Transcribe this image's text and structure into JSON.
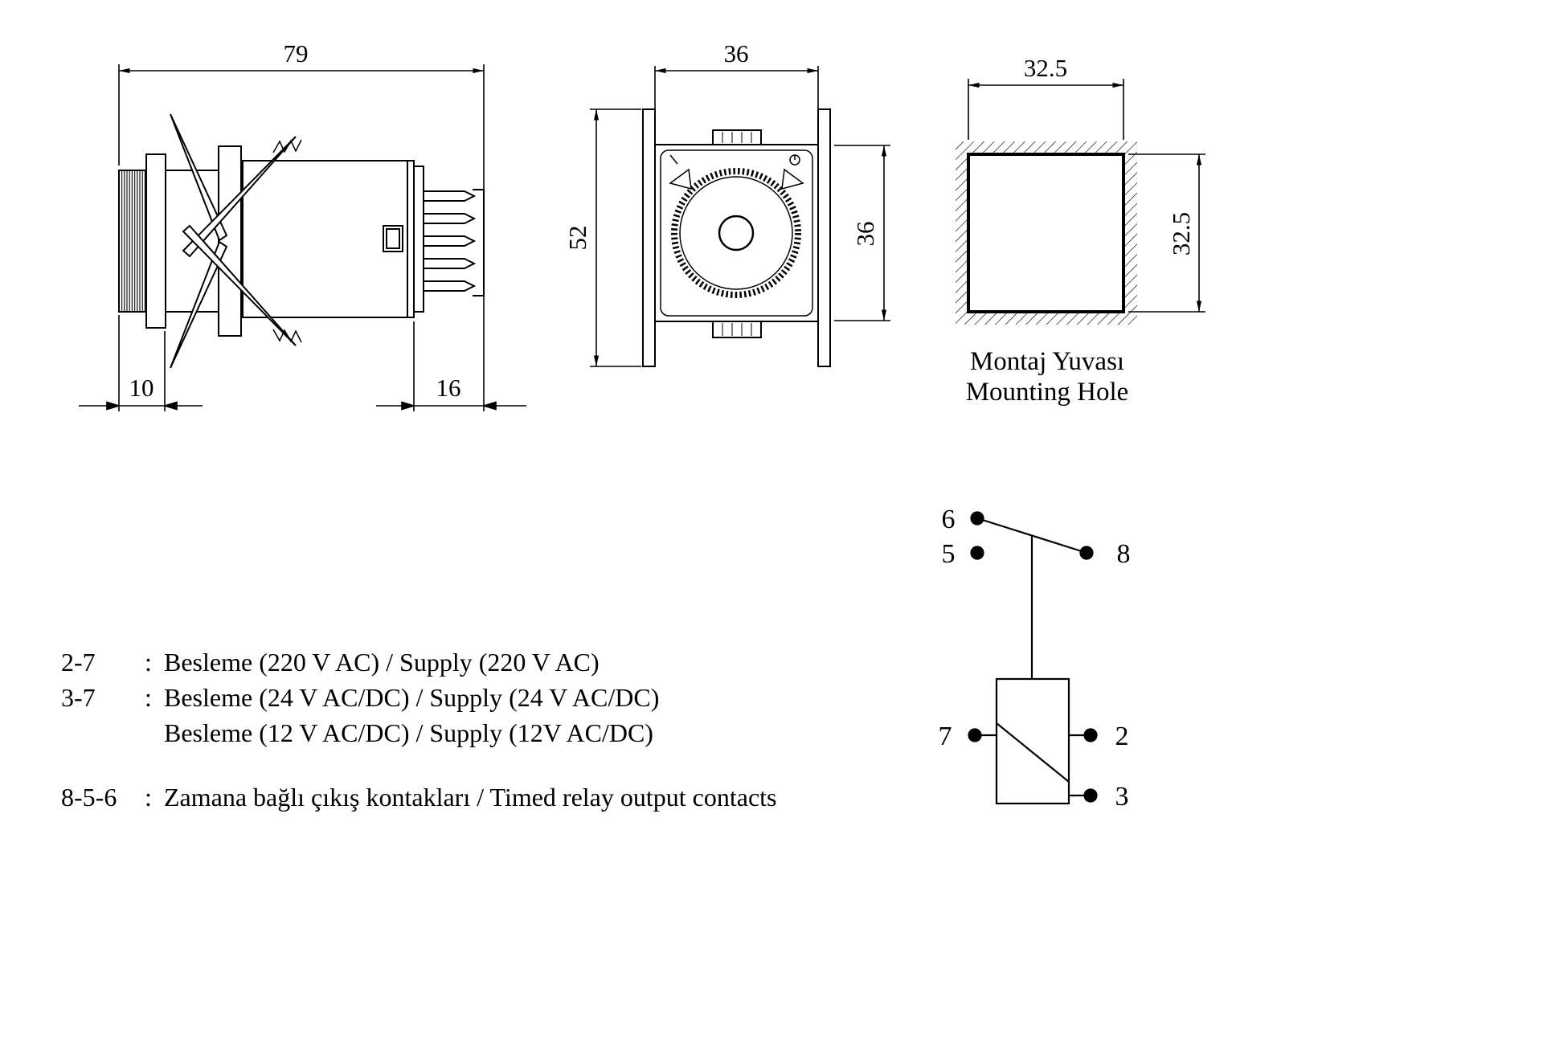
{
  "side_view": {
    "dim_total_length": "79",
    "dim_knob_depth": "10",
    "dim_pin_length": "16"
  },
  "front_view": {
    "dim_width": "36",
    "dim_total_height": "52",
    "dim_body_height": "36"
  },
  "mounting_hole": {
    "dim_width": "32.5",
    "dim_height": "32.5",
    "label_line1": "Montaj Yuvası",
    "label_line2": "Mounting Hole"
  },
  "schematic": {
    "p6": "6",
    "p5": "5",
    "p8": "8",
    "p7": "7",
    "p2": "2",
    "p3": "3"
  },
  "legend": {
    "rows": [
      {
        "key": "2-7",
        "colon": ":",
        "text": "Besleme (220 V AC) / Supply (220 V AC)"
      },
      {
        "key": "3-7",
        "colon": ":",
        "text": "Besleme (24 V AC/DC) / Supply (24 V AC/DC)"
      },
      {
        "key": "",
        "colon": "",
        "text": "Besleme (12 V AC/DC) / Supply (12V AC/DC)"
      },
      {
        "key": "8-5-6",
        "colon": ":",
        "text": "Zamana bağlı çıkış kontakları / Timed relay output contacts"
      }
    ]
  }
}
